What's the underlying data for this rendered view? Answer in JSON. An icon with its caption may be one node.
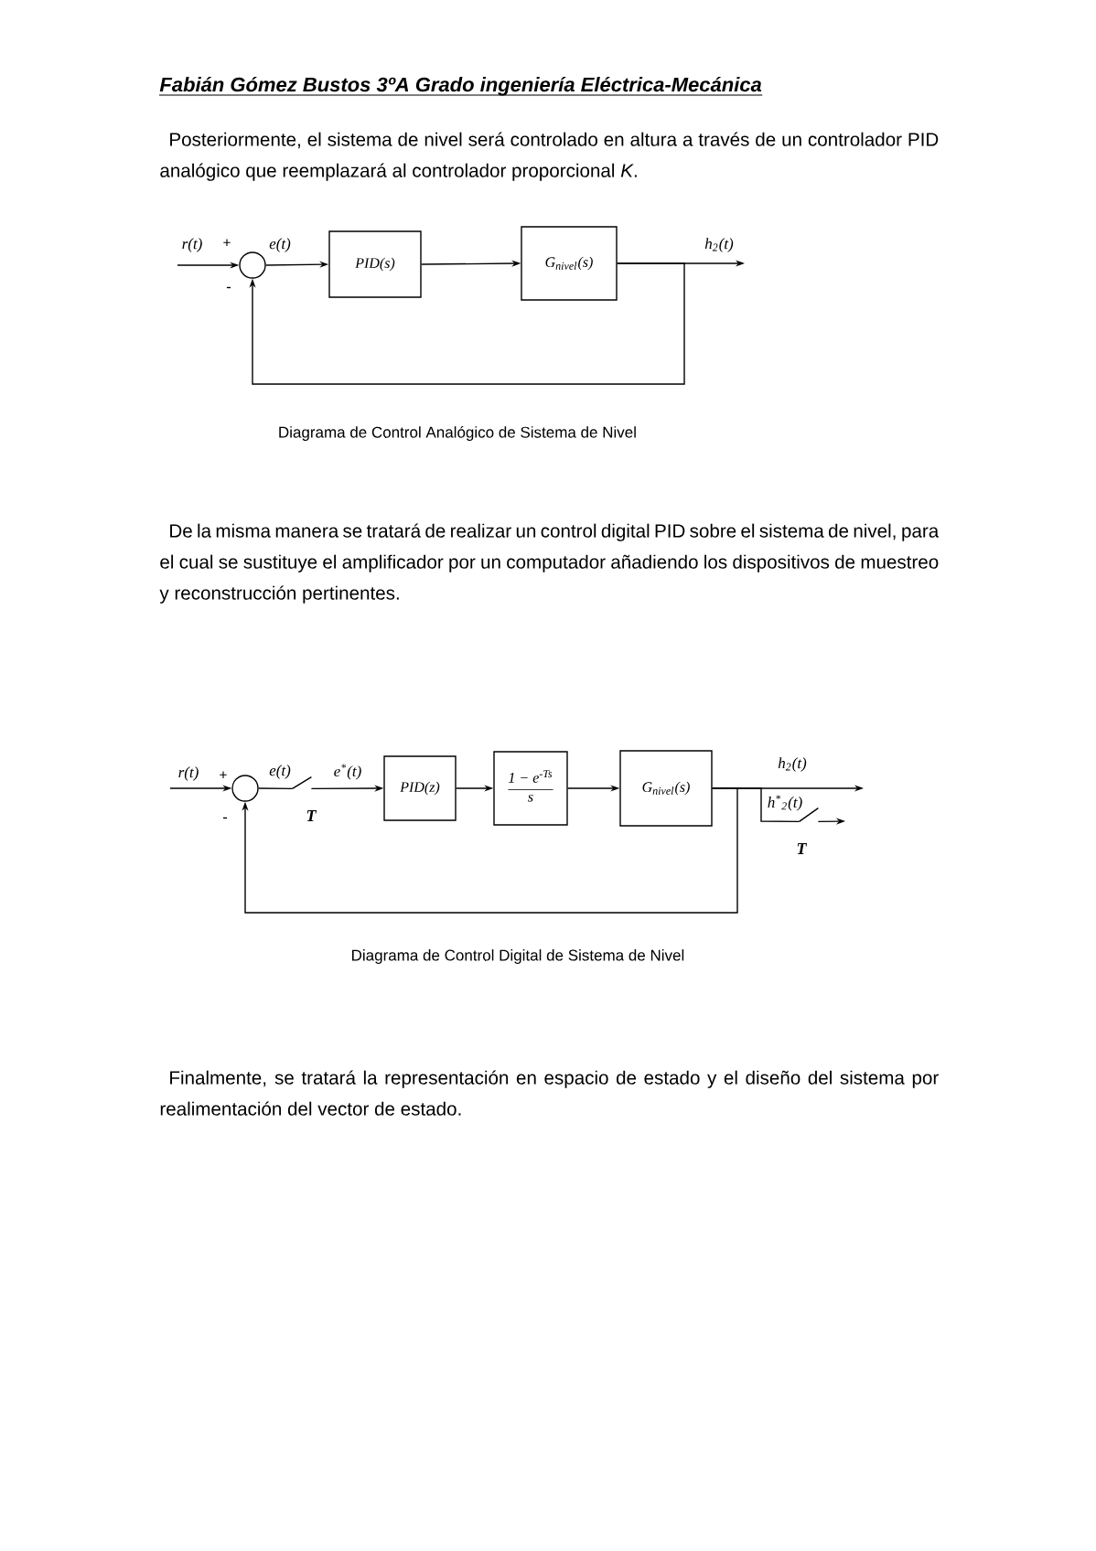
{
  "diagram": {
    "title": "Fabián Gómez Bustos 3ºA Grado ingeniería Eléctrica-Mecánica",
    "nodes": [
      {
        "text": [],
        "shape": "circle"
      },
      {
        "text": [
          "PID(s)"
        ]
      },
      {
        "text": [
          "G$_{nivel}$(s)"
        ]
      },
      {
        "text": [],
        "shape": "circle"
      },
      {
        "text": [],
        "shape": "switch",
        "beside": [
          "T"
        ]
      },
      {
        "text": [
          "PID(z)"
        ]
      },
      {
        "text": [
          "1 − e$^{-Ts}$",
          "s"
        ]
      },
      {
        "text": [
          "G$_{nivel}$(s)"
        ]
      },
      {
        "text": [],
        "shape": "switch",
        "beside": [
          "T"
        ]
      }
    ],
    "edges": [
      {
        "from": null,
        "to": 0,
        "arrow": "to",
        "label": "r(t)"
      },
      {
        "from": 0,
        "to": 1,
        "arrow": "to",
        "label": "e(t)"
      },
      {
        "from": 1,
        "to": 2,
        "arrow": "to"
      },
      {
        "from": 2,
        "to": null,
        "arrow": "to",
        "label": "h$_{2}$(t)"
      },
      {
        "from": 2,
        "to": 0,
        "arrow": "to"
      },
      {
        "from": null,
        "to": 3,
        "arrow": "to",
        "label": "r(t)"
      },
      {
        "from": 3,
        "to": 4,
        "arrow": "none",
        "label": "e(t)"
      },
      {
        "from": 4,
        "to": 5,
        "arrow": "to",
        "label": "e$^{*}$(t)"
      },
      {
        "from": 5,
        "to": 6,
        "arrow": "to"
      },
      {
        "from": 6,
        "to": 7,
        "arrow": "to"
      },
      {
        "from": 7,
        "to": null,
        "arrow": "to",
        "label": "h$_{2}$(t)"
      },
      {
        "from": 7,
        "to": 3,
        "arrow": "to"
      },
      {
        "from": 7,
        "to": 8,
        "arrow": "none",
        "label": "h$^{*}$$_{2}$(t)"
      },
      {
        "from": 8,
        "to": null,
        "arrow": "to"
      }
    ],
    "labels": [
      "Posteriormente, el sistema de nivel será controlado en altura a través de un controlador PID analógico que reemplazará al controlador proporcional *K*.",
      "+",
      "-",
      "Diagrama de Control Analógico de Sistema de Nivel",
      "De la misma manera se tratará de realizar un control digital PID sobre el sistema de nivel, para el cual se sustituye el amplificador por un computador añadiendo los dispositivos de muestreo y reconstrucción pertinentes.",
      "+",
      "-",
      "Diagrama de Control Digital de Sistema de Nivel",
      "Finalmente, se tratará la representación en espacio de estado y el diseño del sistema por realimentación del vector de estado."
    ]
  }
}
